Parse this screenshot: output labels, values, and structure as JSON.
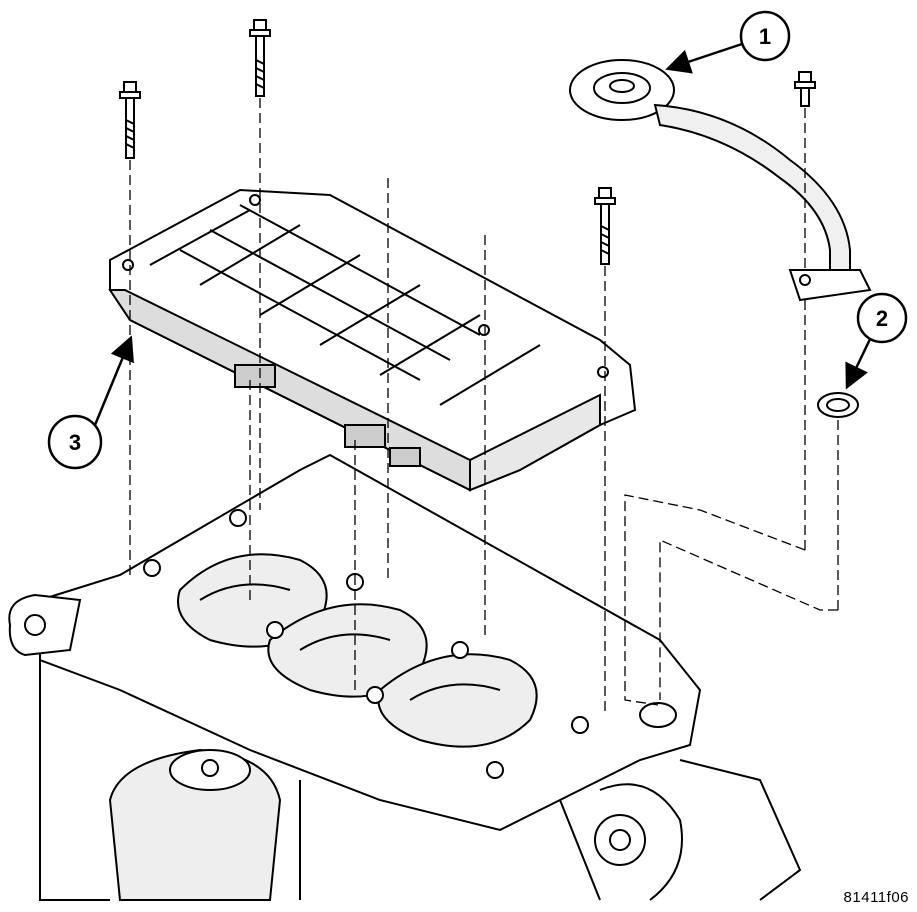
{
  "callouts": [
    {
      "label": "1"
    },
    {
      "label": "2"
    },
    {
      "label": "3"
    }
  ],
  "figure_id": "81411f06",
  "colors": {
    "ink": "#000000",
    "paper": "#ffffff",
    "shade": "#cfcfcf"
  }
}
